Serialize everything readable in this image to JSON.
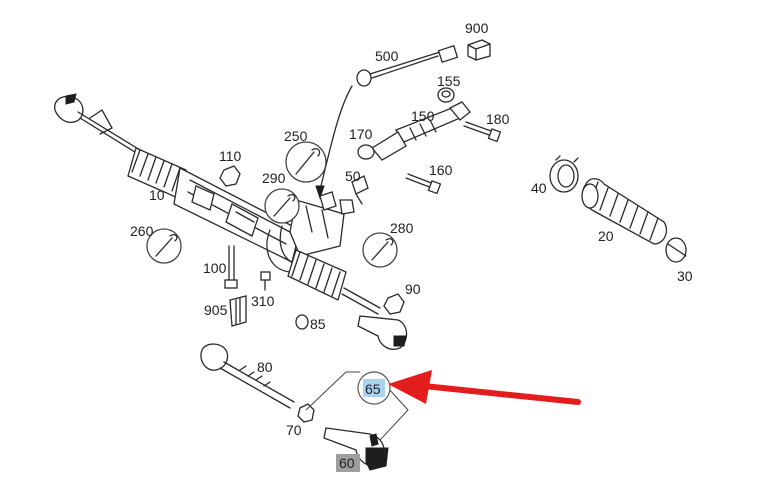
{
  "labels": {
    "p900": "900",
    "p500": "500",
    "p155": "155",
    "p150": "150",
    "p180": "180",
    "p170": "170",
    "p250": "250",
    "p110": "110",
    "p10": "10",
    "p290": "290",
    "p50": "50",
    "p160": "160",
    "p280": "280",
    "p260": "260",
    "p100": "100",
    "p310": "310",
    "p905": "905",
    "p85": "85",
    "p90": "90",
    "p40": "40",
    "p20": "20",
    "p30": "30",
    "p80": "80",
    "p65": "65",
    "p70": "70",
    "p60": "60"
  },
  "colors": {
    "arrow": "#e31c1c",
    "highlight_65": "#a9d3f0",
    "highlight_60": "#9e9e9e",
    "line": "#2a2a2a"
  },
  "icons": [
    "wrench-icon",
    "wrench-icon",
    "wrench-icon",
    "wrench-icon"
  ]
}
